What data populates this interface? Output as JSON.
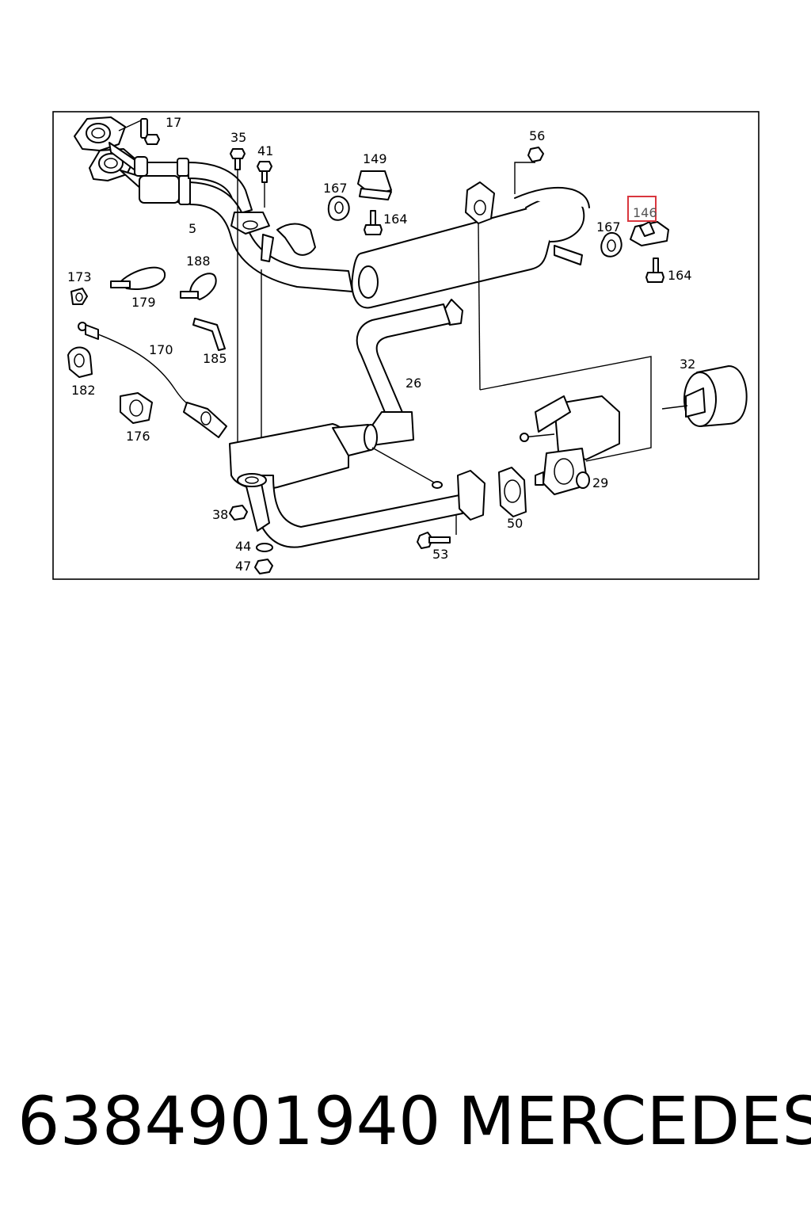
{
  "callouts": {
    "c17": "17",
    "c35": "35",
    "c41": "41",
    "c56": "56",
    "c149": "149",
    "c167a": "167",
    "c164a": "164",
    "c5": "5",
    "c146": "146",
    "c167b": "167",
    "c164b": "164",
    "c173": "173",
    "c188": "188",
    "c179": "179",
    "c170": "170",
    "c185": "185",
    "c182": "182",
    "c176": "176",
    "c26": "26",
    "c32": "32",
    "c29": "29",
    "c50": "50",
    "c53": "53",
    "c38": "38",
    "c44": "44",
    "c47": "47"
  },
  "highlight": {
    "callout": "146",
    "color": "#d9363e"
  },
  "caption": {
    "part_number": "6384901940",
    "brand": "MERCEDES"
  }
}
